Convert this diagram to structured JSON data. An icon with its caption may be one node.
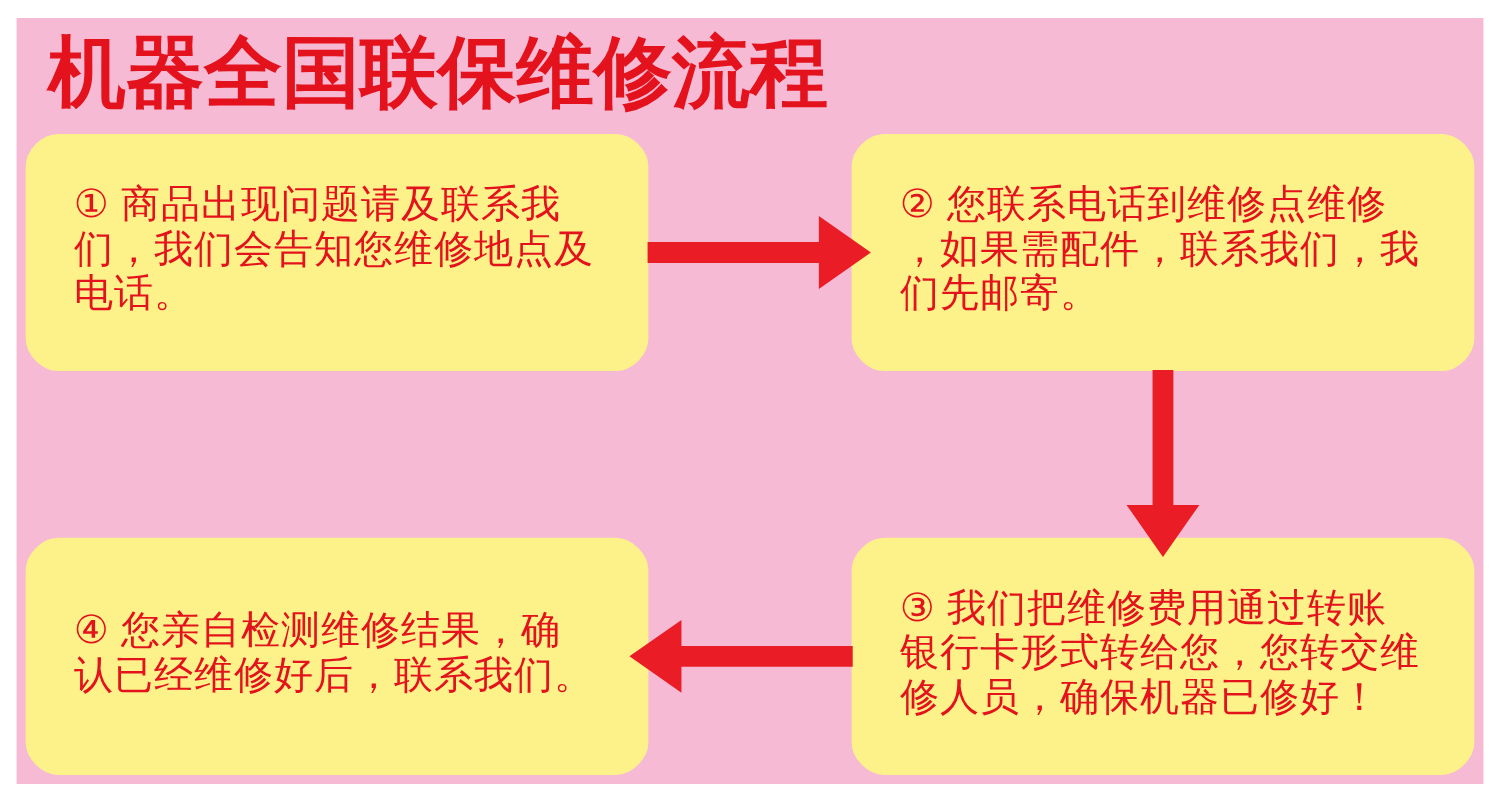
{
  "diagram": {
    "title": "机器全国联保维修流程",
    "nodes": [
      {
        "text": [
          "① 商品出现问题请及联系我们，我们会告知您维修地点及电话。"
        ]
      },
      {
        "text": [
          "② 您联系电话到维修点维修，如果需配件，联系我们，我们先邮寄。"
        ]
      },
      {
        "text": [
          "③ 我们把维修费用通过转账银行卡形式转给您，您转交维修人员，确保机器已修好！"
        ]
      },
      {
        "text": [
          "④ 您亲自检测维修结果，确认已经维修好后，联系我们。"
        ]
      }
    ],
    "edges": [
      {
        "from": 0,
        "to": 1,
        "arrow": "to"
      },
      {
        "from": 1,
        "to": 2,
        "arrow": "to"
      },
      {
        "from": 2,
        "to": 3,
        "arrow": "to"
      }
    ]
  }
}
